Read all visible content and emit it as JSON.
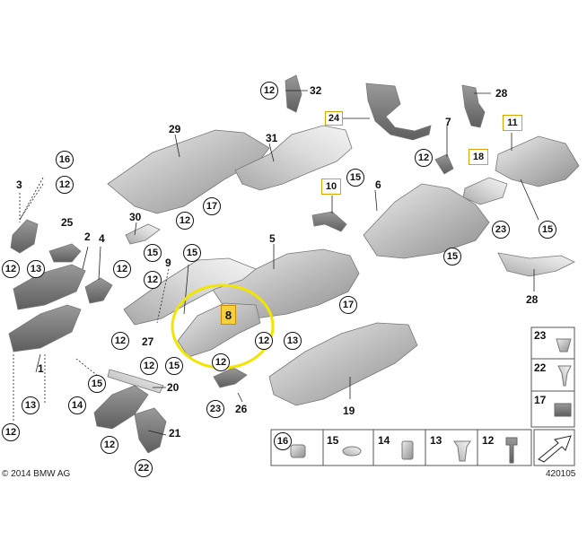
{
  "footer": {
    "copyright": "© 2014 BMW AG",
    "diagram_number": "420105"
  },
  "colors": {
    "highlight_circle": "#f2e600",
    "highlight_tag": "#f4d03f",
    "part_fill": "#c9c9c9",
    "part_stroke": "#7a7a7a"
  },
  "callouts": [
    {
      "id": "c32",
      "label": "32",
      "style": "plain"
    },
    {
      "id": "c28a",
      "label": "28",
      "style": "plain"
    },
    {
      "id": "c29",
      "label": "29",
      "style": "plain"
    },
    {
      "id": "c31",
      "label": "31",
      "style": "plain"
    },
    {
      "id": "c24",
      "label": "24",
      "style": "square"
    },
    {
      "id": "c7",
      "label": "7",
      "style": "plain"
    },
    {
      "id": "c11",
      "label": "11",
      "style": "square"
    },
    {
      "id": "c16a",
      "label": "16",
      "style": "circle"
    },
    {
      "id": "c3",
      "label": "3",
      "style": "plain"
    },
    {
      "id": "c12a",
      "label": "12",
      "style": "circle"
    },
    {
      "id": "c12b",
      "label": "12",
      "style": "circle"
    },
    {
      "id": "c12c",
      "label": "12",
      "style": "circle"
    },
    {
      "id": "c15a",
      "label": "15",
      "style": "circle"
    },
    {
      "id": "c18",
      "label": "18",
      "style": "square"
    },
    {
      "id": "c10",
      "label": "10",
      "style": "square"
    },
    {
      "id": "c6",
      "label": "6",
      "style": "plain"
    },
    {
      "id": "c17a",
      "label": "17",
      "style": "circle"
    },
    {
      "id": "c30",
      "label": "30",
      "style": "plain"
    },
    {
      "id": "c25",
      "label": "25",
      "style": "plain"
    },
    {
      "id": "c12d",
      "label": "12",
      "style": "circle"
    },
    {
      "id": "c23a",
      "label": "23",
      "style": "circle"
    },
    {
      "id": "c15b",
      "label": "15",
      "style": "circle"
    },
    {
      "id": "c2",
      "label": "2",
      "style": "plain"
    },
    {
      "id": "c4",
      "label": "4",
      "style": "plain"
    },
    {
      "id": "c5",
      "label": "5",
      "style": "plain"
    },
    {
      "id": "c15c",
      "label": "15",
      "style": "circle"
    },
    {
      "id": "c15d",
      "label": "15",
      "style": "circle"
    },
    {
      "id": "c15e",
      "label": "15",
      "style": "circle"
    },
    {
      "id": "c9",
      "label": "9",
      "style": "plain"
    },
    {
      "id": "c12e",
      "label": "12",
      "style": "circle"
    },
    {
      "id": "c13a",
      "label": "13",
      "style": "circle"
    },
    {
      "id": "c12f",
      "label": "12",
      "style": "circle"
    },
    {
      "id": "c12g",
      "label": "12",
      "style": "circle"
    },
    {
      "id": "c28b",
      "label": "28",
      "style": "plain"
    },
    {
      "id": "c17b",
      "label": "17",
      "style": "circle"
    },
    {
      "id": "c8",
      "label": "8",
      "style": "highlight"
    },
    {
      "id": "c12h",
      "label": "12",
      "style": "circle"
    },
    {
      "id": "c27",
      "label": "27",
      "style": "plain"
    },
    {
      "id": "c12i",
      "label": "12",
      "style": "circle"
    },
    {
      "id": "c13b",
      "label": "13",
      "style": "circle"
    },
    {
      "id": "c1",
      "label": "1",
      "style": "plain"
    },
    {
      "id": "c12j",
      "label": "12",
      "style": "circle"
    },
    {
      "id": "c15f",
      "label": "15",
      "style": "circle"
    },
    {
      "id": "c12k",
      "label": "12",
      "style": "circle"
    },
    {
      "id": "c15g",
      "label": "15",
      "style": "circle"
    },
    {
      "id": "c20",
      "label": "20",
      "style": "plain"
    },
    {
      "id": "c13c",
      "label": "13",
      "style": "circle"
    },
    {
      "id": "c14a",
      "label": "14",
      "style": "circle"
    },
    {
      "id": "c23b",
      "label": "23",
      "style": "circle"
    },
    {
      "id": "c26",
      "label": "26",
      "style": "plain"
    },
    {
      "id": "c19",
      "label": "19",
      "style": "plain"
    },
    {
      "id": "c12l",
      "label": "12",
      "style": "circle"
    },
    {
      "id": "c21",
      "label": "21",
      "style": "plain"
    },
    {
      "id": "c12m",
      "label": "12",
      "style": "circle"
    },
    {
      "id": "c22a",
      "label": "22",
      "style": "circle"
    }
  ],
  "legend": {
    "bottom": [
      {
        "label": "16",
        "part": "flange-nut"
      },
      {
        "label": "15",
        "part": "speed-nut"
      },
      {
        "label": "14",
        "part": "clip"
      },
      {
        "label": "13",
        "part": "expanding-rivet"
      },
      {
        "label": "12",
        "part": "hex-screw"
      }
    ],
    "side": [
      {
        "label": "23",
        "part": "collar-nut"
      },
      {
        "label": "22",
        "part": "screw-washer"
      },
      {
        "label": "17",
        "part": "cage-nut"
      }
    ]
  }
}
